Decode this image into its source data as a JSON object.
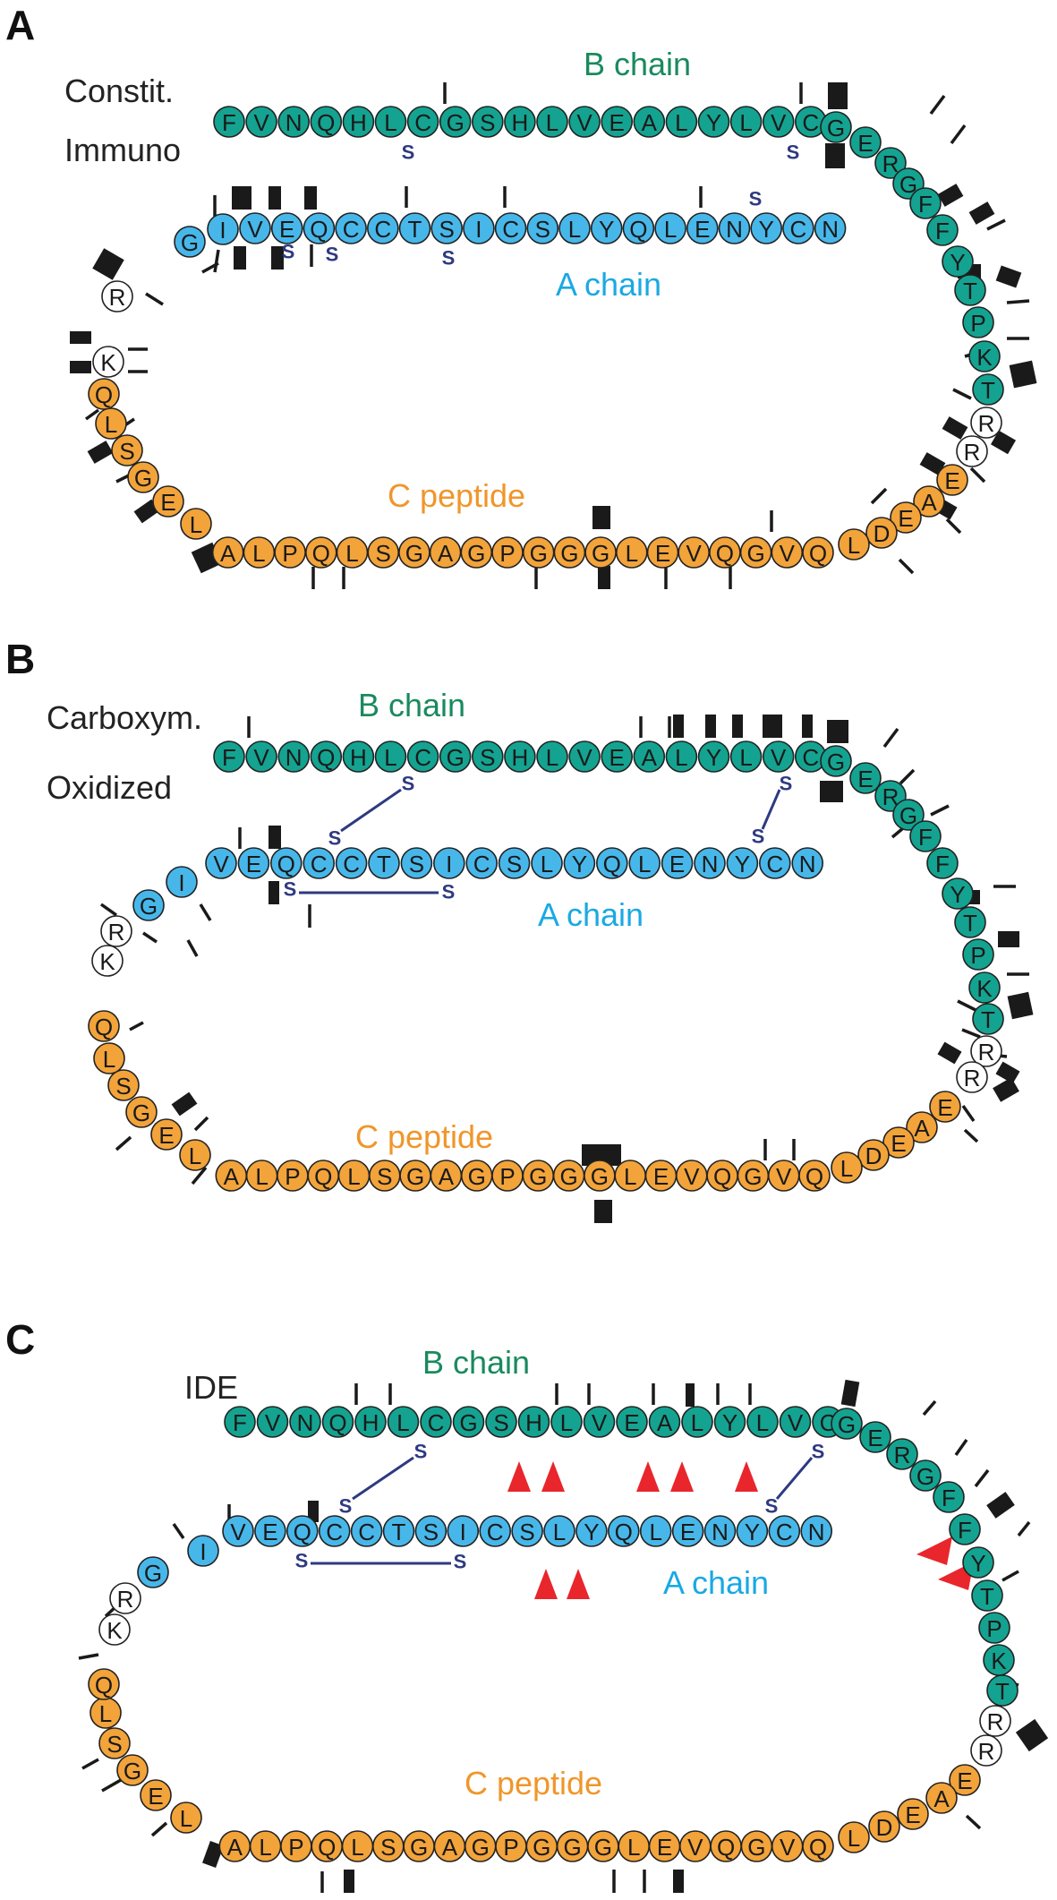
{
  "sequences": {
    "b_chain": [
      "F",
      "V",
      "N",
      "Q",
      "H",
      "L",
      "C",
      "G",
      "S",
      "H",
      "L",
      "V",
      "E",
      "A",
      "L",
      "Y",
      "L",
      "V",
      "C",
      "G",
      "E",
      "R",
      "G",
      "F",
      "F",
      "Y",
      "T",
      "P",
      "K",
      "T"
    ],
    "a_chain": [
      "G",
      "I",
      "V",
      "E",
      "Q",
      "C",
      "C",
      "T",
      "S",
      "I",
      "C",
      "S",
      "L",
      "Y",
      "Q",
      "L",
      "E",
      "N",
      "Y",
      "C",
      "N"
    ],
    "linker_rr": [
      "R",
      "R"
    ],
    "c_peptide": [
      "E",
      "A",
      "E",
      "D",
      "L",
      "Q",
      "V",
      "G",
      "Q",
      "V",
      "E",
      "L",
      "G",
      "G",
      "G",
      "P",
      "G",
      "A",
      "G",
      "S",
      "L",
      "Q",
      "P",
      "L",
      "A",
      "L",
      "E",
      "G",
      "S",
      "L",
      "Q"
    ],
    "linker_kr": [
      "K",
      "R"
    ]
  },
  "colors": {
    "b_chain": "#14a390",
    "a_chain": "#47b7ea",
    "c_peptide": "#f2a33a",
    "linker": "#ffffff",
    "b_chain_label": "#1a8a5e",
    "a_chain_label": "#1aa9e3",
    "c_peptide_label": "#f0962a",
    "disulfide": "#2e3a80",
    "cleavage_arrow": "#e8262c"
  },
  "panels": [
    {
      "id": "A",
      "letter": "A",
      "row_labels": [
        "Constit.",
        "Immuno"
      ],
      "b_chain_label": "B chain",
      "a_chain_label": "A chain",
      "c_peptide_label": "C peptide",
      "sulfur_label": "S"
    },
    {
      "id": "B",
      "letter": "B",
      "row_labels": [
        "Carboxym.",
        "Oxidized"
      ],
      "b_chain_label": "B chain",
      "a_chain_label": "A chain",
      "c_peptide_label": "C peptide",
      "sulfur_label": "S"
    },
    {
      "id": "C",
      "letter": "C",
      "row_labels": [
        "IDE"
      ],
      "b_chain_label": "B chain",
      "a_chain_label": "A chain",
      "c_peptide_label": "C peptide",
      "sulfur_label": "S"
    }
  ]
}
